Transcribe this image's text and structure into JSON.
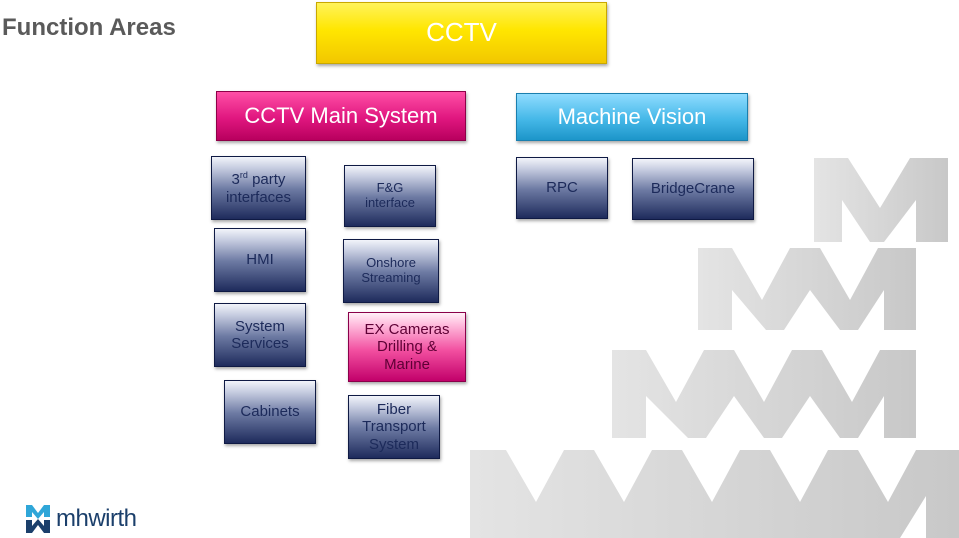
{
  "page_title": "Function Areas",
  "cctv": "CCTV",
  "groups": {
    "main_system": "CCTV Main System",
    "machine_vision": "Machine Vision"
  },
  "main_left": [
    {
      "name": "third-party-interfaces",
      "label": "party\ninterfaces",
      "sup_prefix": "3",
      "sup": "rd"
    },
    {
      "name": "hmi",
      "label": "HMI"
    },
    {
      "name": "system-services",
      "label": "System\nServices"
    },
    {
      "name": "cabinets",
      "label": "Cabinets"
    }
  ],
  "main_right": [
    {
      "name": "fg-interface",
      "label": "F&G\ninterface"
    },
    {
      "name": "onshore-streaming",
      "label": "Onshore\nStreaming"
    },
    {
      "name": "ex-cameras",
      "label": "EX Cameras\nDrilling &\nMarine"
    },
    {
      "name": "fiber-transport-system",
      "label": "Fiber\nTransport\nSystem"
    }
  ],
  "machine_vision_items": [
    {
      "name": "rpc",
      "label": "RPC"
    },
    {
      "name": "bridgecrane",
      "label": "BridgeCrane"
    }
  ],
  "logo_text": "mhwirth",
  "colors": {
    "cctv": "#ffe600",
    "main_system": "#e0167f",
    "machine_vision": "#45b8e8",
    "item_dark": "#1e2b5c",
    "item_pink": "#f24fa0",
    "logo": "#1b3f6b"
  }
}
